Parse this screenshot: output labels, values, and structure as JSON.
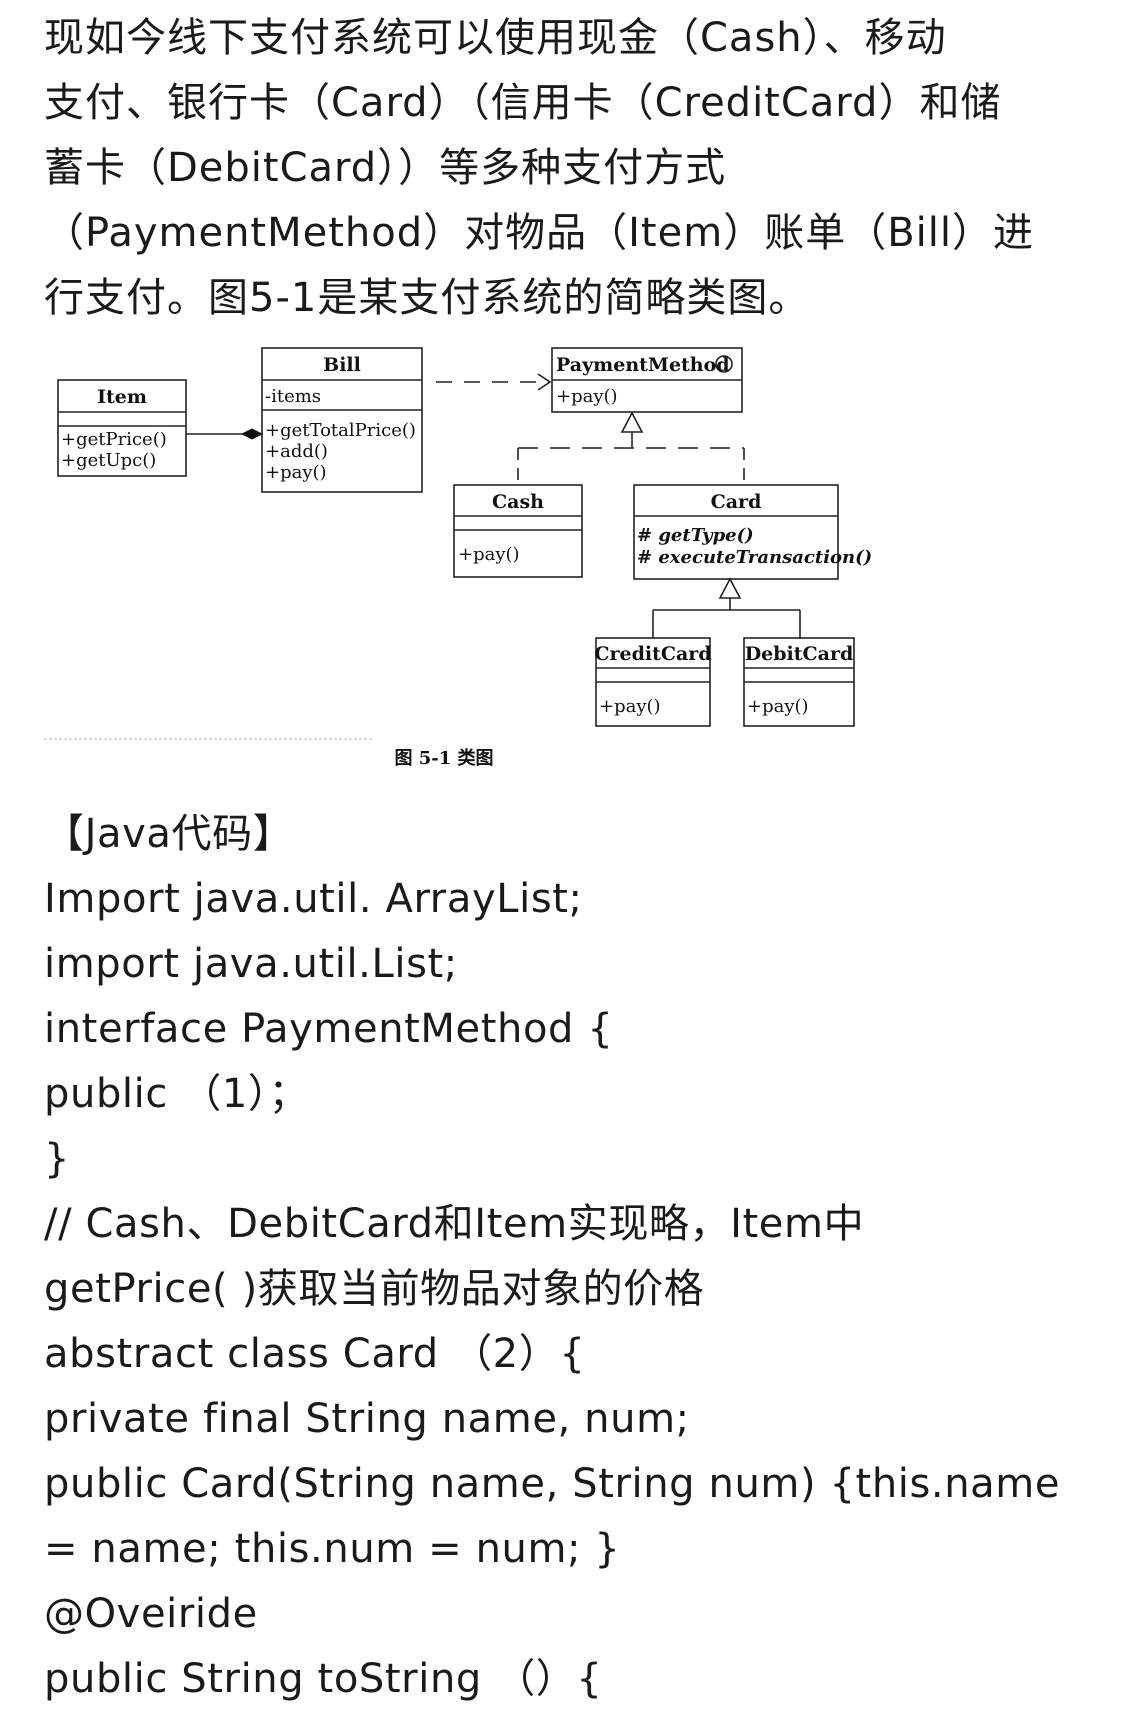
{
  "intro": {
    "lines": [
      "现如今线下支付系统可以使用现金（Cash）、移动",
      "支付、银行卡（Card）（信用卡（CreditCard）和储",
      "蓄卡（DebitCard））等多种支付方式",
      "（PaymentMethod）对物品（Item）账单（Bill）进",
      "行支付。图5-1是某支付系统的简略类图。"
    ]
  },
  "diagram": {
    "classes": {
      "item": {
        "name": "Item",
        "members": [
          "+getPrice()",
          "+getUpc()"
        ]
      },
      "bill": {
        "name": "Bill",
        "attributes": [
          "-items"
        ],
        "members": [
          "+getTotalPrice()",
          "+add()",
          "+pay()"
        ]
      },
      "payment_method": {
        "name": "PaymentMethod",
        "members": [
          "+pay()"
        ]
      },
      "cash": {
        "name": "Cash",
        "members": [
          "+pay()"
        ]
      },
      "card": {
        "name": "Card",
        "members": [
          "# getType()",
          "# executeTransaction()"
        ]
      },
      "credit_card": {
        "name": "CreditCard",
        "members": [
          "+pay()"
        ]
      },
      "debit_card": {
        "name": "DebitCard",
        "members": [
          "+pay()"
        ]
      }
    },
    "caption": "图 5-1  类图"
  },
  "code": {
    "lines": [
      "【Java代码】",
      "Import java.util. ArrayList;",
      "import java.util.List;",
      "interface PaymentMethod {",
      "public （1）；",
      "}",
      "// Cash、DebitCard和Item实现略，Item中",
      "getPrice( )获取当前物品对象的价格",
      "abstract class Card （2）{",
      "private final String name, num;",
      "public Card(String name, String num) {this.name",
      "= name; this.num = num; }",
      "@Oveiride",
      "public String toString （）{"
    ]
  }
}
